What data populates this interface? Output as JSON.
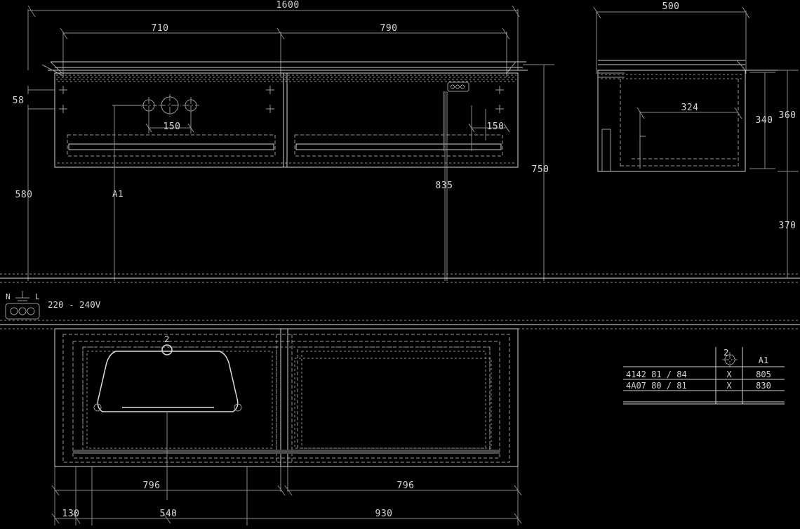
{
  "drawing": {
    "title": "Vanity unit technical drawing",
    "background_color": "#000000",
    "line_color": "#d0d0d0"
  },
  "front_view": {
    "name": "front-elevation",
    "overall_width": "1600",
    "left_section_width": "710",
    "right_section_width": "790",
    "top_offset": "58",
    "tap_hole_spacing_left": "150",
    "tap_hole_spacing_right": "150",
    "height_to_floor": "750",
    "mid_height": "580",
    "waste_height": "835",
    "callout_a1": "A1",
    "socket_badge": "socket-symbol"
  },
  "side_view": {
    "name": "side-elevation",
    "depth": "500",
    "inner_depth": "324",
    "dim_340": "340",
    "dim_360": "360",
    "dim_370": "370"
  },
  "plan_view": {
    "name": "plan-view",
    "left_drawer_width": "796",
    "right_drawer_width": "796",
    "edge_offset": "130",
    "basin_center": "540",
    "right_span": "930",
    "basin_callout": "2"
  },
  "electrical": {
    "neutral_label": "N",
    "earth_label": "earth-symbol",
    "live_label": "L",
    "voltage": "220 - 240V",
    "socket_icon": "three-pin-socket-icon"
  },
  "options_table": {
    "col_model": "",
    "col_symbol": "2",
    "col_a1": "A1",
    "rows": [
      {
        "model": "4142 81 / 84",
        "symbol": "X",
        "a1": "805"
      },
      {
        "model": "4A07 80 / 81",
        "symbol": "X",
        "a1": "830"
      }
    ]
  }
}
